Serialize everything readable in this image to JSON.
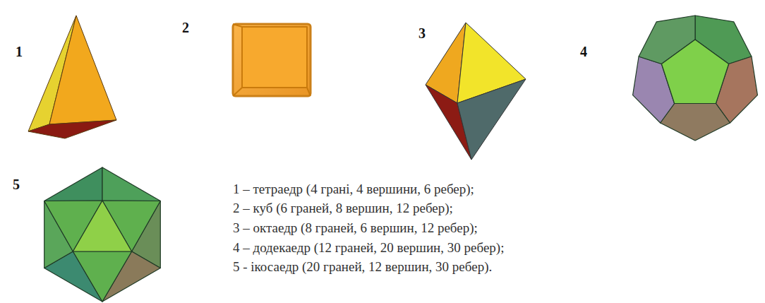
{
  "diagram": {
    "labels": [
      "1",
      "2",
      "3",
      "4",
      "5",
      "1 – тетраедр (4 грані, 4 вершини, 6 ребер);",
      "2 – куб (6 граней, 8 вершин, 12 ребер);",
      "3 – октаедр (8 граней, 6 вершин, 12 ребер);",
      "4 – додекаедр (12 граней, 20 вершин, 30 ребер);",
      "5 - ікосаедр (20 граней, 12 вершин, 30 ребер)."
    ]
  }
}
